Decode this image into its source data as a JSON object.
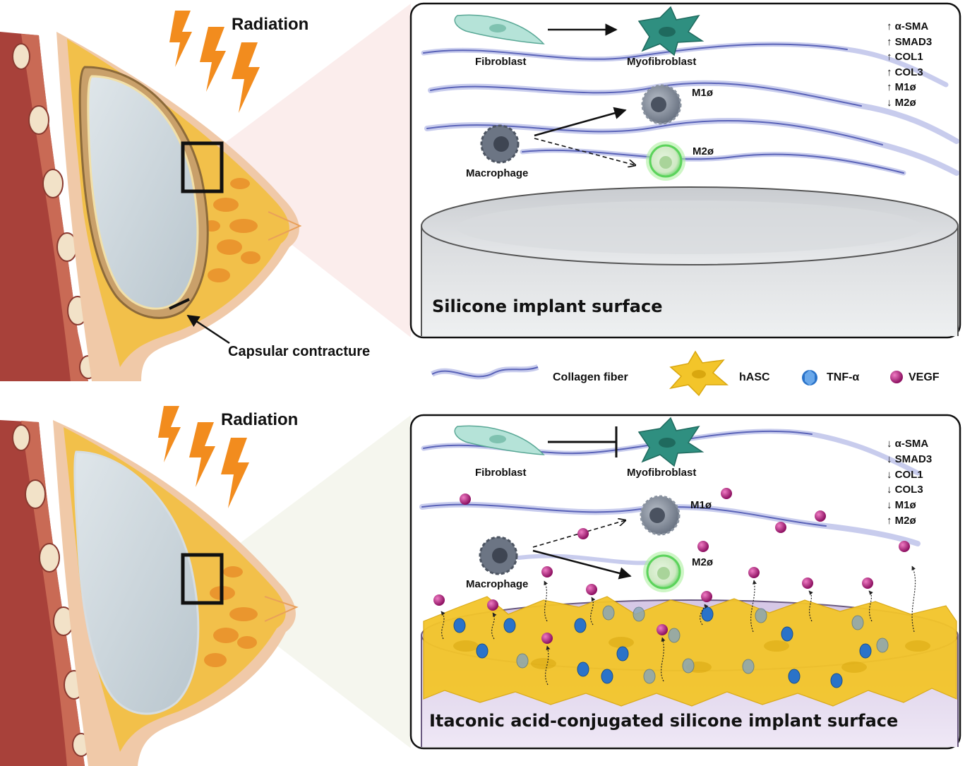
{
  "top": {
    "radiation_label": "Radiation",
    "capsular_label": "Capsular contracture",
    "fibroblast_label": "Fibroblast",
    "myofibroblast_label": "Myofibroblast",
    "m1_label": "M1ø",
    "m2_label": "M2ø",
    "macrophage_label": "Macrophage",
    "surface_label": "Silicone implant surface",
    "markers": [
      "↑ α-SMA",
      "↑ SMAD3",
      "↑ COL1",
      "↑ COL3",
      "↑ M1ø",
      "↓ M2ø"
    ]
  },
  "legend": {
    "collagen": "Collagen fiber",
    "hasc": "hASC",
    "tnf": "TNF-α",
    "vegf": "VEGF"
  },
  "bottom": {
    "radiation_label": "Radiation",
    "fibroblast_label": "Fibroblast",
    "myofibroblast_label": "Myofibroblast",
    "m1_label": "M1ø",
    "m2_label": "M2ø",
    "macrophage_label": "Macrophage",
    "surface_label": "Itaconic acid-conjugated silicone implant surface",
    "markers": [
      "↓ α-SMA",
      "↓ SMAD3",
      "↓ COL1",
      "↓ COL3",
      "↓ M1ø",
      "↑ M2ø"
    ]
  },
  "colors": {
    "muscle": "#a8413a",
    "fat": "#f2c04a",
    "skin": "#f0c9a8",
    "implant": "#cfd8de",
    "bolt": "#f28c1e",
    "collagen": "#6b74c8",
    "fibroblast": "#8fcfc0",
    "myofibroblast": "#2f8f80",
    "macrophage": "#6c7584",
    "m2_glow": "#5bd35b",
    "hasc": "#f3c52a",
    "tnf": "#2a73c9",
    "vegf": "#b0197a"
  },
  "icons": [
    "lightning-icon",
    "fibroblast-icon",
    "myofibroblast-icon",
    "macrophage-icon",
    "m1-cell-icon",
    "m2-cell-icon",
    "hasc-icon",
    "tnf-icon",
    "vegf-icon",
    "collagen-fiber-icon"
  ]
}
